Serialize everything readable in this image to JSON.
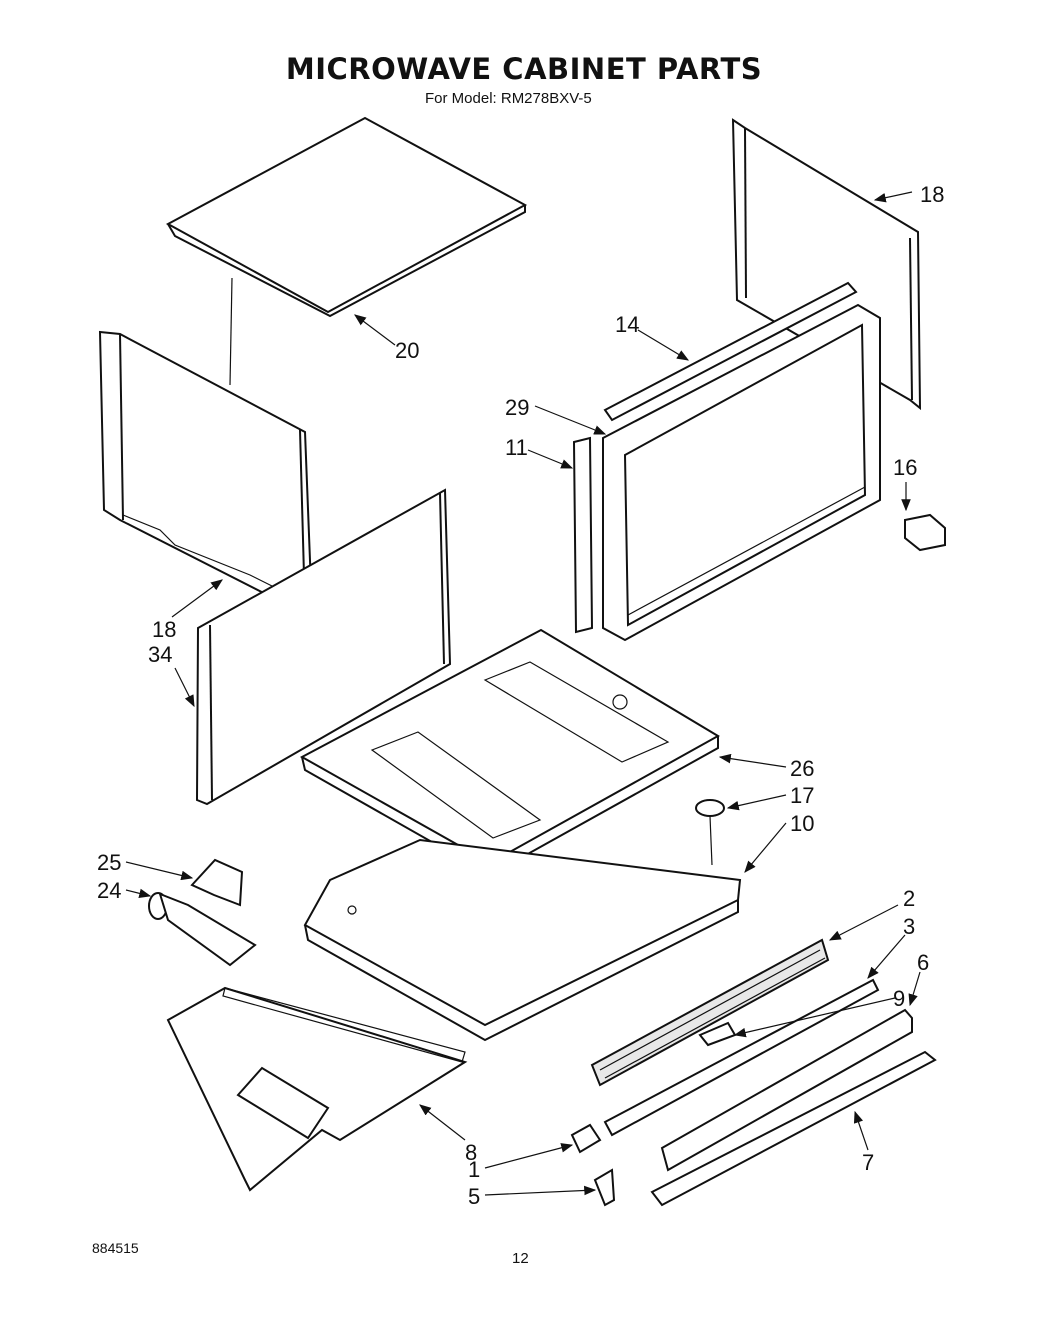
{
  "header": {
    "title": "MICROWAVE CABINET PARTS",
    "subtitle": "For Model: RM278BXV-5"
  },
  "footer": {
    "doc_number": "884515",
    "page_number": "12"
  },
  "callouts": [
    {
      "id": "c18a",
      "label": "18"
    },
    {
      "id": "c20",
      "label": "20"
    },
    {
      "id": "c14",
      "label": "14"
    },
    {
      "id": "c29",
      "label": "29"
    },
    {
      "id": "c11",
      "label": "11"
    },
    {
      "id": "c16",
      "label": "16"
    },
    {
      "id": "c18b",
      "label": "18"
    },
    {
      "id": "c34",
      "label": "34"
    },
    {
      "id": "c26",
      "label": "26"
    },
    {
      "id": "c17",
      "label": "17"
    },
    {
      "id": "c10",
      "label": "10"
    },
    {
      "id": "c25",
      "label": "25"
    },
    {
      "id": "c24",
      "label": "24"
    },
    {
      "id": "c2",
      "label": "2"
    },
    {
      "id": "c3",
      "label": "3"
    },
    {
      "id": "c6",
      "label": "6"
    },
    {
      "id": "c9",
      "label": "9"
    },
    {
      "id": "c8",
      "label": "8"
    },
    {
      "id": "c1",
      "label": "1"
    },
    {
      "id": "c5",
      "label": "5"
    },
    {
      "id": "c7",
      "label": "7"
    }
  ]
}
